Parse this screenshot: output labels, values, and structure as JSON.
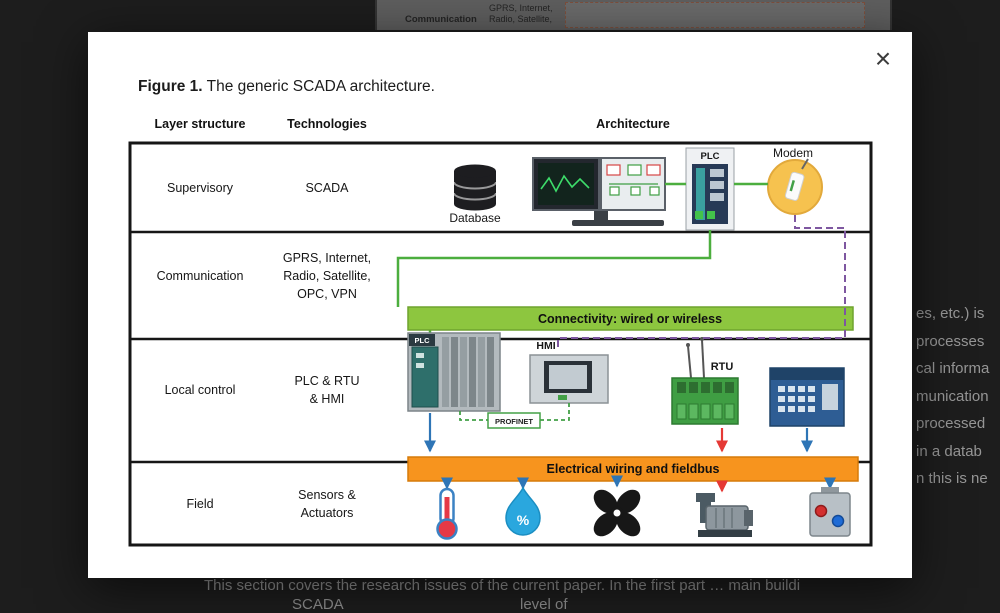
{
  "modal": {
    "close": "×",
    "caption_label": "Figure 1.",
    "caption_text": "The generic SCADA architecture."
  },
  "table": {
    "headers": {
      "layer": "Layer structure",
      "tech": "Technologies",
      "arch": "Architecture"
    },
    "rows": {
      "supervisory": {
        "layer": "Supervisory",
        "tech": "SCADA"
      },
      "communication": {
        "layer": "Communication",
        "tech1": "GPRS, Internet,",
        "tech2": "Radio, Satellite,",
        "tech3": "OPC, VPN"
      },
      "local": {
        "layer": "Local control",
        "tech1": "PLC & RTU",
        "tech2": "& HMI"
      },
      "field": {
        "layer": "Field",
        "tech1": "Sensors &",
        "tech2": "Actuators"
      }
    }
  },
  "diagram": {
    "labels": {
      "database": "Database",
      "plc_sup": "PLC",
      "modem": "Modem",
      "plc_local": "PLC",
      "hmi": "HMI",
      "rtu": "RTU",
      "profinet": "PROFINET",
      "droplet_percent": "%"
    },
    "bars": {
      "connectivity": "Connectivity: wired or wireless",
      "fieldbus": "Electrical wiring and fieldbus"
    },
    "colors": {
      "green_bar": "#8dc63f",
      "orange_bar": "#f7941e",
      "green_line": "#4cae3e",
      "purple_dashed": "#7e57a0",
      "blue_line": "#2e75b6",
      "red_line": "#e53935"
    }
  },
  "background": {
    "top_fragment": {
      "layer": "Communication",
      "tech1": "GPRS, Internet,",
      "tech2": "Radio, Satellite,"
    },
    "right_fragments": [
      "es, etc.) is",
      "processes",
      "cal informa",
      "munication",
      "processed",
      "in a datab",
      "n this is ne"
    ],
    "bottom_line1": "This section covers the research issues of the current paper. In the first part … main buildi",
    "bottom_frag_scada": "SCADA",
    "bottom_frag_level": "level of"
  }
}
